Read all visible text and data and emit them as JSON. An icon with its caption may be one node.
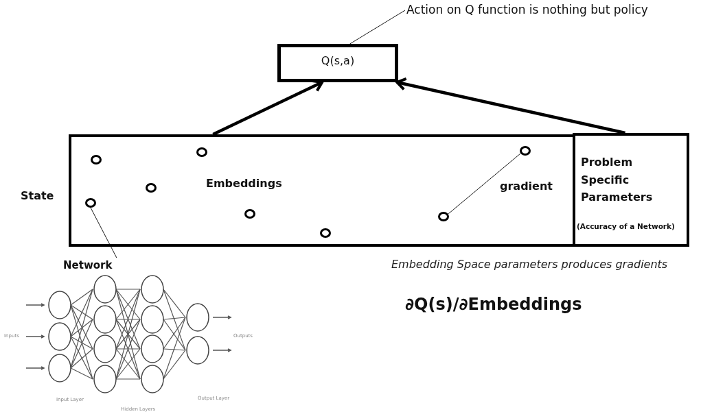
{
  "diagram": {
    "nodes": [
      {
        "text": [
          "Q(s,a)"
        ]
      },
      {
        "text": [
          "Action on Q function is nothing but policy"
        ]
      },
      {
        "text": [
          "Embeddings"
        ],
        "beside": [
          "State"
        ]
      },
      {
        "text": [
          "Problem Specific Parameters",
          "(Accuracy of a Network)"
        ]
      },
      {
        "text": [],
        "shape": "circle",
        "in": 2
      },
      {
        "text": [],
        "shape": "circle",
        "in": 2
      },
      {
        "text": [],
        "shape": "circle",
        "in": 2
      },
      {
        "text": [],
        "shape": "circle",
        "in": 2
      },
      {
        "text": [],
        "shape": "circle",
        "in": 2
      },
      {
        "text": [],
        "shape": "circle",
        "in": 2
      },
      {
        "text": [],
        "shape": "circle",
        "in": 2
      },
      {
        "text": [],
        "shape": "circle",
        "in": 2
      },
      {
        "text": [
          "Network",
          "Inputs",
          "Input Layer",
          "Hidden Layers",
          "Output Layer",
          "Outputs"
        ]
      }
    ],
    "edges": [
      {
        "from": 1,
        "to": 0,
        "arrow": "none"
      },
      {
        "from": 2,
        "to": 0,
        "arrow": "to",
        "style": "thick"
      },
      {
        "from": 3,
        "to": 0,
        "arrow": "to",
        "style": "thick"
      },
      {
        "from": 5,
        "to": 12,
        "arrow": "none"
      },
      {
        "from": 10,
        "to": 11,
        "arrow": "none"
      }
    ],
    "labels": [
      "gradient",
      "Embedding Space parameters produces gradients",
      "∂Q(s)/∂Embeddings"
    ]
  }
}
